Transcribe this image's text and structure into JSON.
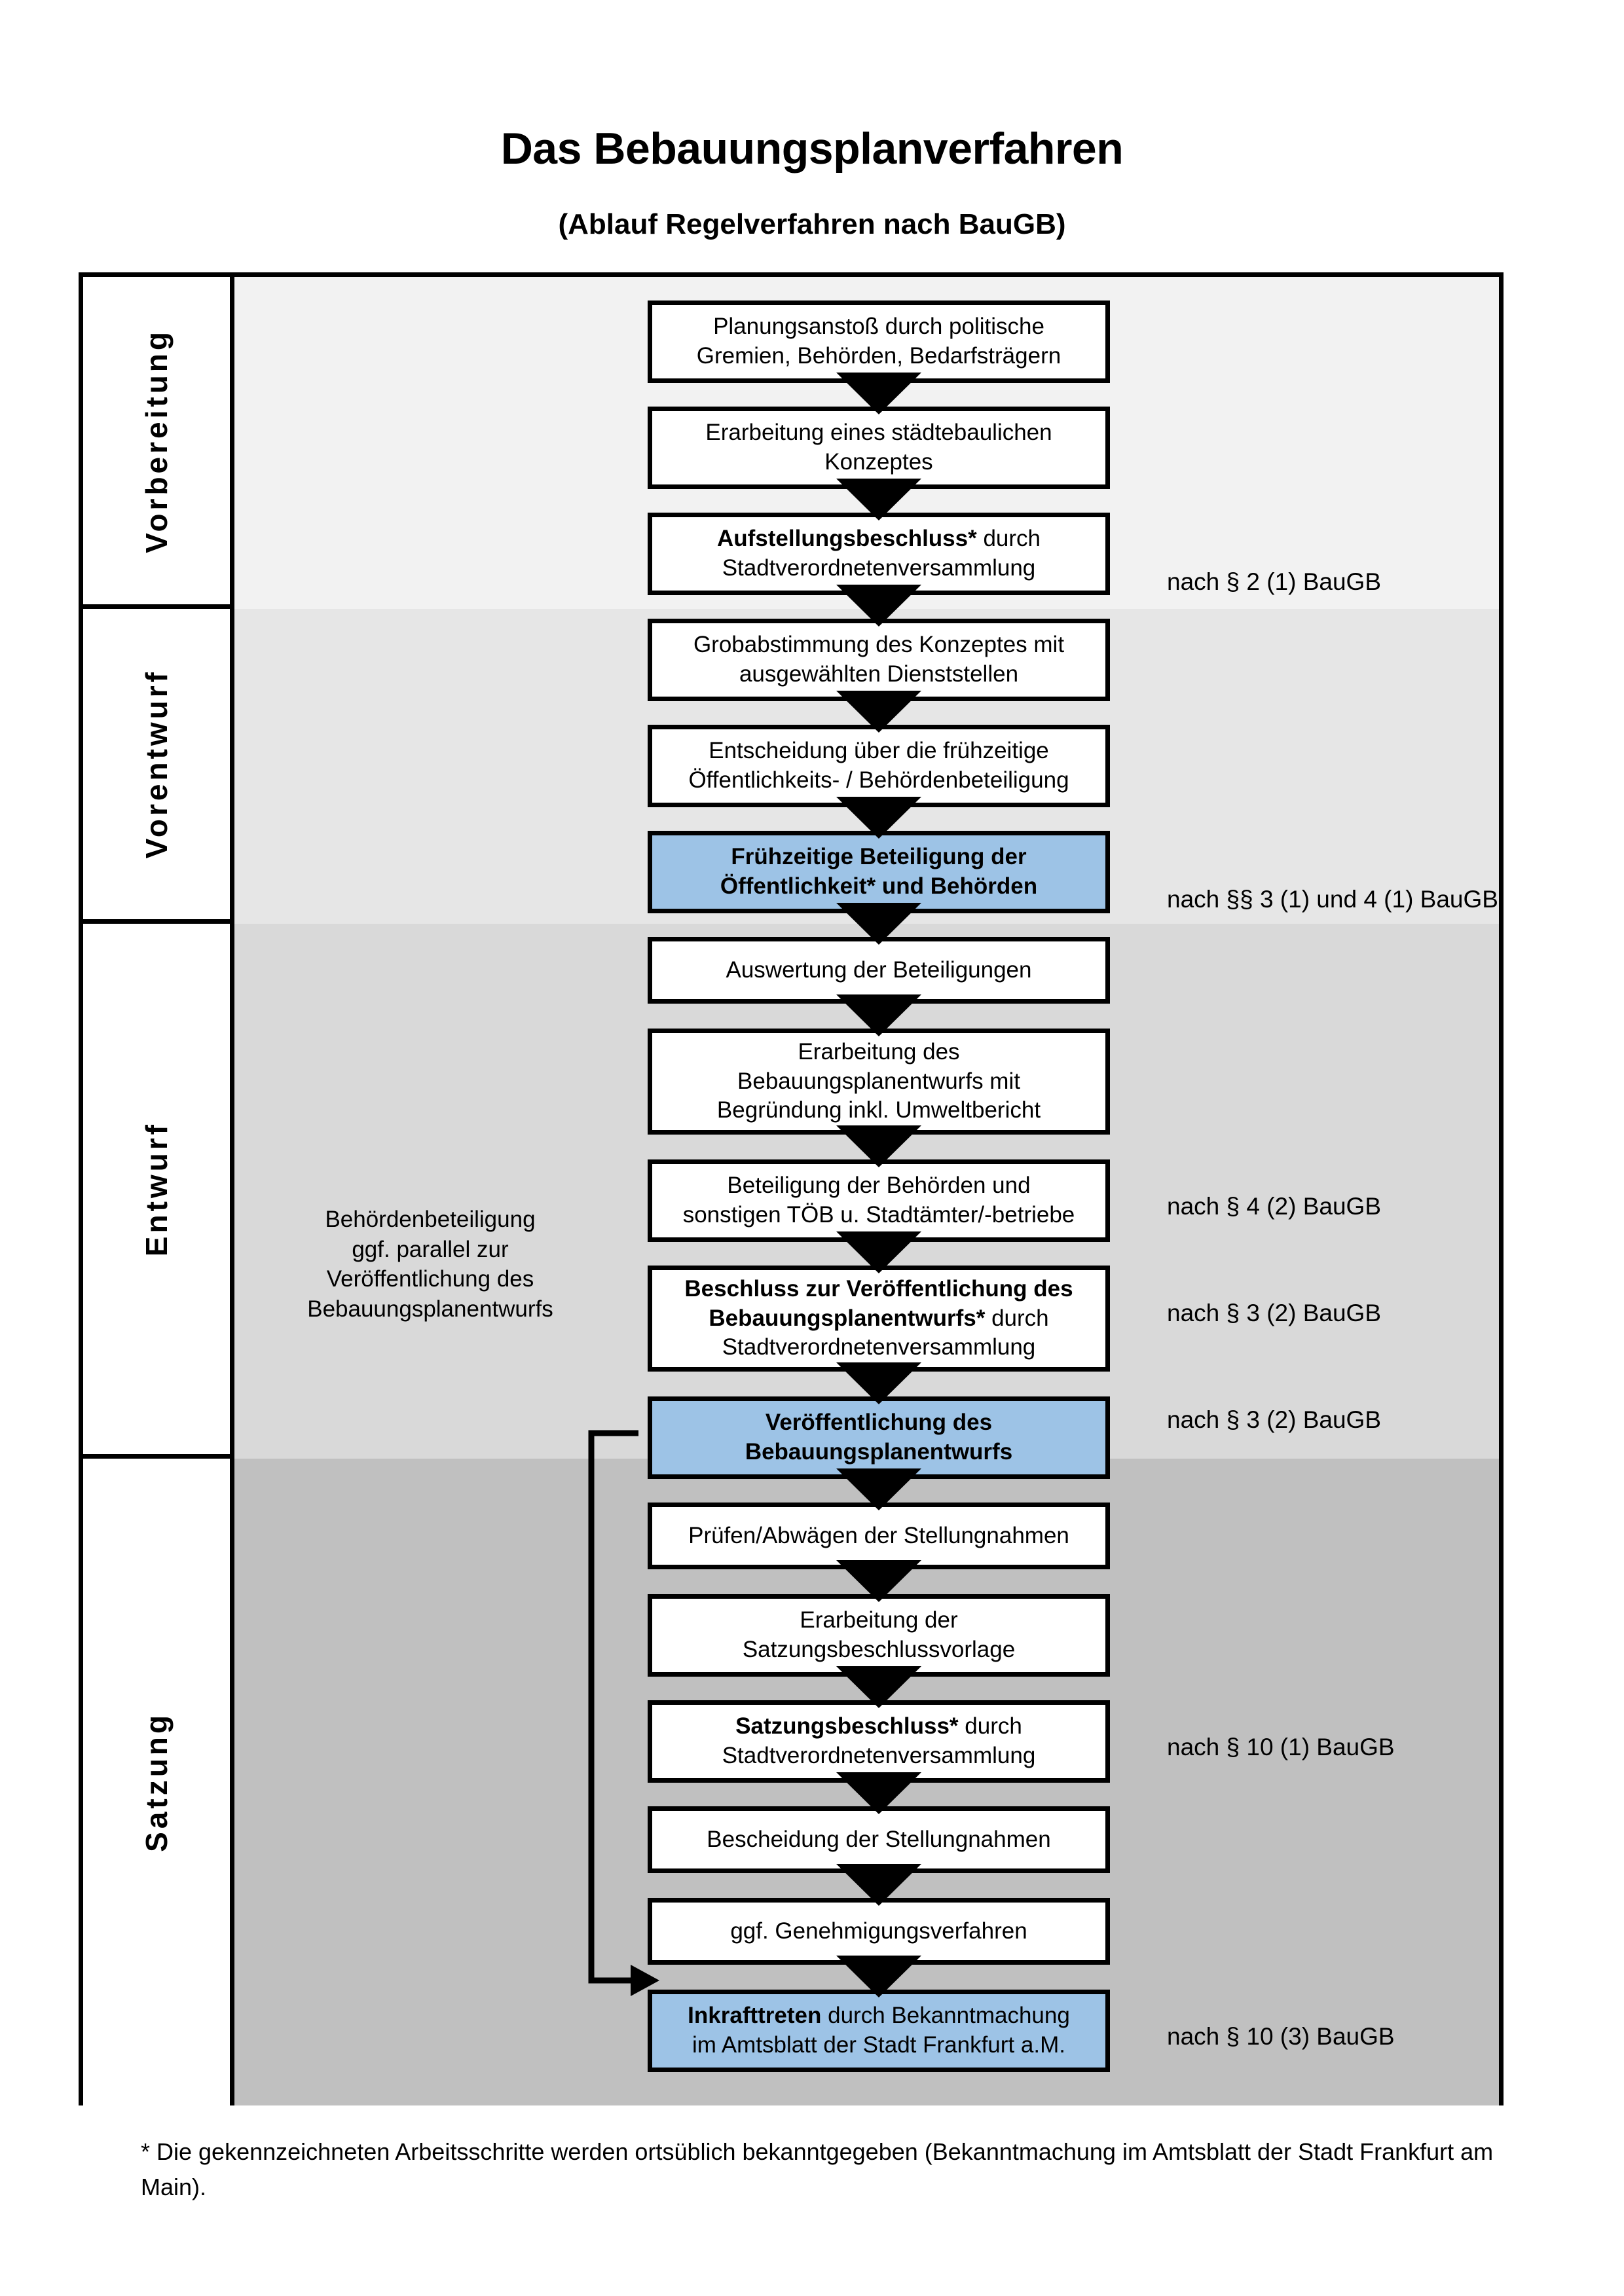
{
  "title": "Das Bebauungsplanverfahren",
  "subtitle": "(Ablauf Regelverfahren nach BauGB)",
  "colors": {
    "highlight_blue": "#9DC3E6",
    "band_vorbereitung": "#F2F2F2",
    "band_vorentwurf": "#E6E6E6",
    "band_entwurf": "#D9D9D9",
    "band_satzung": "#C0C0C0",
    "line": "#000000"
  },
  "phases": [
    {
      "label": "Vorbereitung"
    },
    {
      "label": "Vorentwurf"
    },
    {
      "label": "Entwurf"
    },
    {
      "label": "Satzung"
    }
  ],
  "steps": [
    {
      "line1": "Planungsanstoß durch politische",
      "line2": "Gremien, Behörden, Bedarfsträgern",
      "bold": "",
      "highlight": false
    },
    {
      "line1": "Erarbeitung eines städtebaulichen",
      "line2": "Konzeptes",
      "bold": "",
      "highlight": false
    },
    {
      "bold": "Aufstellungsbeschluss*",
      "line1": " durch",
      "line2": "Stadtverordnetenversammlung",
      "highlight": false
    },
    {
      "line1": "Grobabstimmung des Konzeptes mit",
      "line2": "ausgewählten Dienststellen",
      "bold": "",
      "highlight": false
    },
    {
      "line1": "Entscheidung über die frühzeitige",
      "line2": "Öffentlichkeits- / Behördenbeteiligung",
      "bold": "",
      "highlight": false
    },
    {
      "line1": "Frühzeitige Beteiligung der",
      "line2": "Öffentlichkeit* und Behörden",
      "bold": "",
      "highlight": true
    },
    {
      "line1": "Auswertung der Beteiligungen",
      "line2": "",
      "bold": "",
      "highlight": false
    },
    {
      "line1": "Erarbeitung des",
      "line2": "Bebauungsplanentwurfs mit",
      "line3": "Begründung inkl. Umweltbericht",
      "bold": "",
      "highlight": false
    },
    {
      "line1": "Beteiligung der Behörden und",
      "line2": "sonstigen TÖB u. Stadtämter/-betriebe",
      "bold": "",
      "highlight": false
    },
    {
      "bold": "Beschluss zur Veröffentlichung des",
      "bold2": "Bebauungsplanentwurfs*",
      "line1": " durch",
      "line2": "Stadtverordnetenversammlung",
      "highlight": false
    },
    {
      "line1": "Veröffentlichung des",
      "line2": "Bebauungsplanentwurfs",
      "bold": "",
      "highlight": true
    },
    {
      "line1": "Prüfen/Abwägen der Stellungnahmen",
      "line2": "",
      "bold": "",
      "highlight": false
    },
    {
      "line1": "Erarbeitung der",
      "line2": "Satzungsbeschlussvorlage",
      "bold": "",
      "highlight": false
    },
    {
      "bold": "Satzungsbeschluss*",
      "line1": " durch",
      "line2": "Stadtverordnetenversammlung",
      "highlight": false
    },
    {
      "line1": "Bescheidung der Stellungnahmen",
      "line2": "",
      "bold": "",
      "highlight": false
    },
    {
      "line1": "ggf. Genehmigungsverfahren",
      "line2": "",
      "bold": "",
      "highlight": false
    },
    {
      "bold": "Inkrafttreten",
      "line1": " durch Bekanntmachung",
      "line2": "im Amtsblatt der Stadt Frankfurt a.M.",
      "highlight": true
    }
  ],
  "side_note": {
    "line1": "Behördenbeteiligung",
    "line2": "ggf. parallel zur",
    "line3": "Veröffentlichung des",
    "line4": "Bebauungsplanentwurfs"
  },
  "annotations": [
    {
      "text": "nach § 2 (1) BauGB"
    },
    {
      "text": "nach §§ 3 (1) und 4 (1) BauGB"
    },
    {
      "text": "nach § 4 (2) BauGB"
    },
    {
      "text": "nach § 3 (2) BauGB"
    },
    {
      "text": "nach § 3 (2) BauGB"
    },
    {
      "text": "nach § 10 (1) BauGB"
    },
    {
      "text": "nach § 10 (3) BauGB"
    }
  ],
  "footnote": "* Die gekennzeichneten Arbeitsschritte werden ortsüblich bekanntgegeben (Bekanntmachung im Amtsblatt  der Stadt Frankfurt am Main)."
}
